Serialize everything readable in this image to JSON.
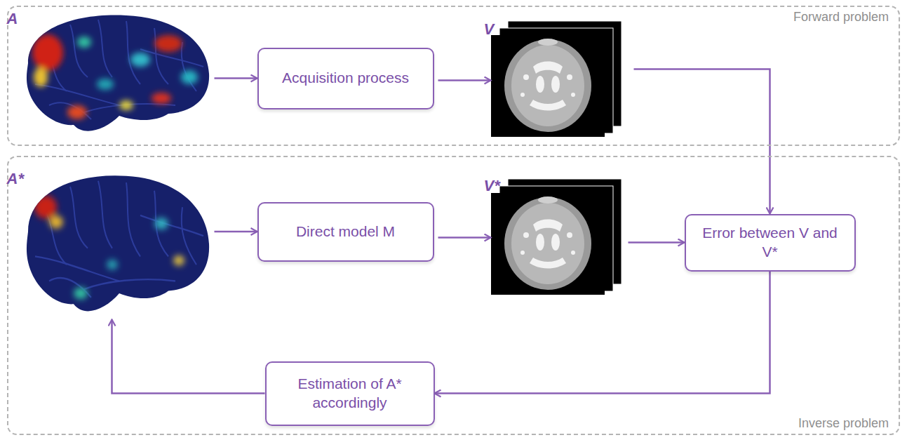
{
  "diagram": {
    "nodes": [
      {
        "text": [
          "Forward problem"
        ]
      },
      {
        "text": [
          "A"
        ],
        "in": 0
      },
      {
        "text": [
          "Acquisition process"
        ],
        "in": 0
      },
      {
        "text": [
          "V"
        ],
        "in": 0
      },
      {
        "text": [
          "Inverse problem"
        ]
      },
      {
        "text": [
          "A*"
        ],
        "in": 4
      },
      {
        "text": [
          "Direct model M"
        ],
        "in": 4
      },
      {
        "text": [
          "V*"
        ],
        "in": 4
      },
      {
        "text": [
          "Error between V and V*"
        ],
        "in": 4
      },
      {
        "text": [
          "Estimation of A* accordingly"
        ],
        "in": 4
      }
    ],
    "edges": [
      {
        "from": 1,
        "to": 2,
        "arrow": "to"
      },
      {
        "from": 2,
        "to": 3,
        "arrow": "to"
      },
      {
        "from": 3,
        "to": 8,
        "arrow": "to"
      },
      {
        "from": 5,
        "to": 6,
        "arrow": "to"
      },
      {
        "from": 6,
        "to": 7,
        "arrow": "to"
      },
      {
        "from": 7,
        "to": 8,
        "arrow": "to"
      },
      {
        "from": 8,
        "to": 9,
        "arrow": "to"
      },
      {
        "from": 9,
        "to": 5,
        "arrow": "to"
      }
    ]
  }
}
